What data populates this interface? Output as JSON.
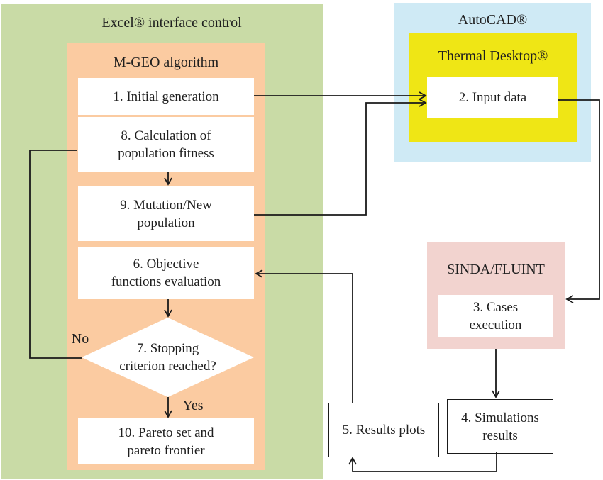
{
  "panels": {
    "excel": {
      "title": "Excel® interface control"
    },
    "mgeo": {
      "title": "M-GEO algorithm"
    },
    "autocad": {
      "title": "AutoCAD®"
    },
    "thermal_desktop": {
      "title": "Thermal Desktop®"
    },
    "sinda_fluint": {
      "title": "SINDA/FLUINT"
    }
  },
  "nodes": {
    "initial_generation": {
      "label": "1. Initial generation"
    },
    "input_data": {
      "label": "2. Input data"
    },
    "cases_execution": {
      "line1": "3. Cases",
      "line2": "execution"
    },
    "simulations_results": {
      "line1": "4. Simulations",
      "line2": "results"
    },
    "results_plots": {
      "label": "5. Results plots"
    },
    "objective_functions": {
      "line1": "6. Objective",
      "line2": "functions evaluation"
    },
    "stopping_criterion": {
      "line1": "7. Stopping",
      "line2": "criterion reached?"
    },
    "population_fitness": {
      "line1": "8. Calculation of",
      "line2": "population fitness"
    },
    "mutation_population": {
      "line1": "9. Mutation/New",
      "line2": "population"
    },
    "pareto": {
      "line1": "10. Pareto set and",
      "line2": "pareto frontier"
    }
  },
  "edge_labels": {
    "no": "No",
    "yes": "Yes"
  },
  "colors": {
    "panel-green": "#c9dba6",
    "panel-orange": "#fbcba1",
    "panel-blue": "#cfeaf5",
    "panel-yellow": "#efe615",
    "panel-pink": "#f2d3cf",
    "line": "#1a1a1a",
    "text": "#1f1f1f",
    "box": "#ffffff"
  }
}
